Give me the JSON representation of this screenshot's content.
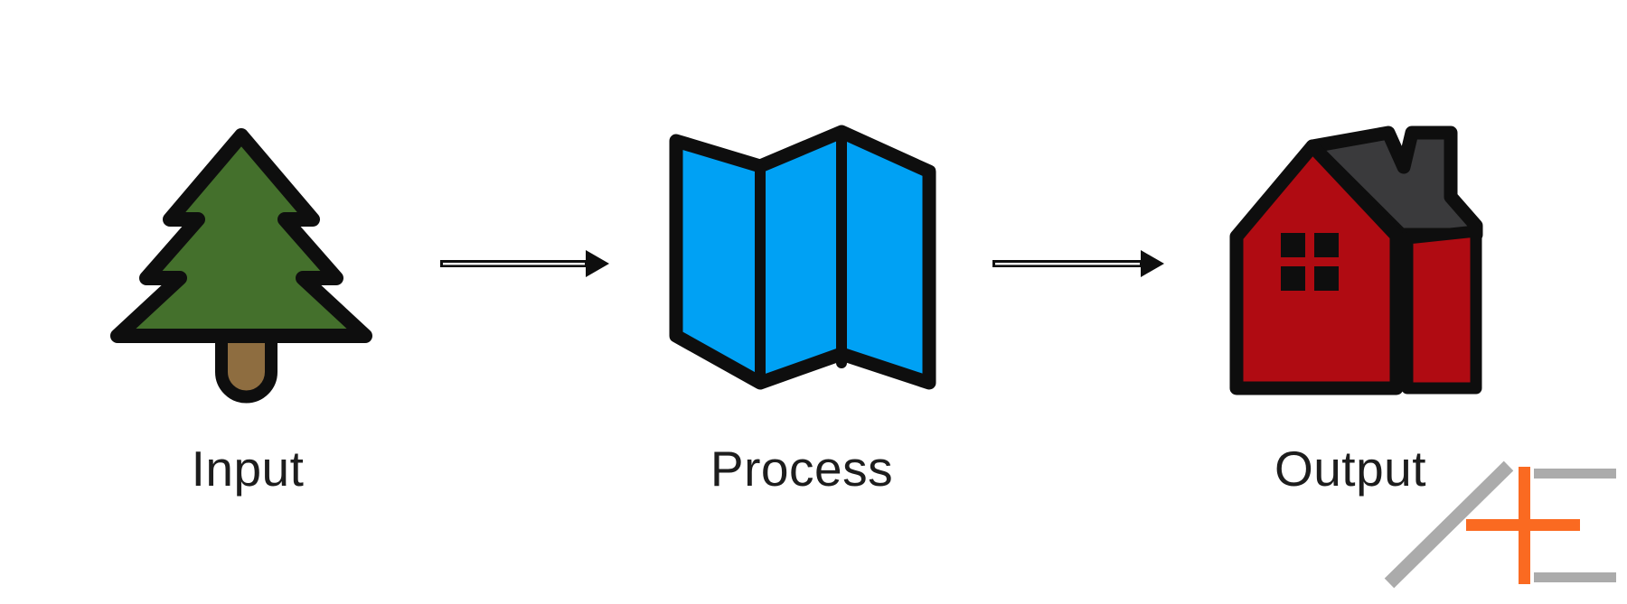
{
  "page": {
    "background": "#ffffff"
  },
  "diagram": {
    "type": "flow",
    "nodes": [
      {
        "id": "input",
        "label": "Input",
        "icon": "pine-tree-icon"
      },
      {
        "id": "process",
        "label": "Process",
        "icon": "folded-map-icon"
      },
      {
        "id": "output",
        "label": "Output",
        "icon": "house-icon"
      }
    ],
    "arrows": [
      {
        "from": "input",
        "to": "process"
      },
      {
        "from": "process",
        "to": "output"
      }
    ],
    "colors": {
      "text": "#1d1d1d",
      "outline": "#0e0e0e",
      "tree_green": "#44702c",
      "trunk_brown": "#8e6d40",
      "map_blue": "#00a1f4",
      "house_red": "#b00b12",
      "roof_gray": "#3a3a3c",
      "arrow_black": "#0e0e0e"
    }
  },
  "branding": {
    "corner_logo": {
      "name": "plus-e-logo",
      "orange": "#fa6a21",
      "gray": "#ababab"
    }
  }
}
